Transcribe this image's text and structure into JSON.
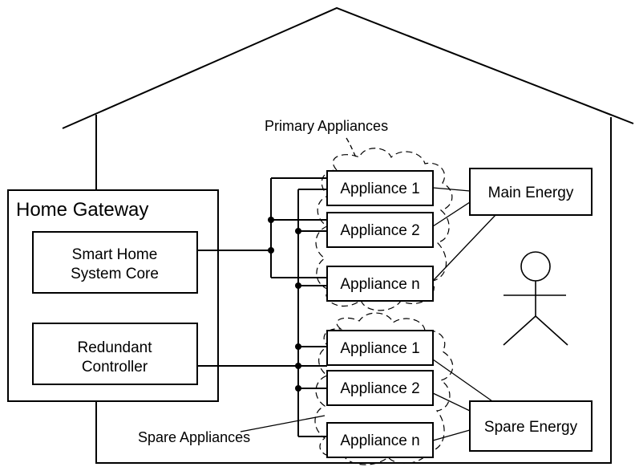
{
  "gateway": {
    "title": "Home Gateway",
    "core_line1": "Smart Home",
    "core_line2": "System Core",
    "redundant_line1": "Redundant",
    "redundant_line2": "Controller"
  },
  "primary": {
    "group_label": "Primary Appliances",
    "appliances": [
      "Appliance 1",
      "Appliance 2",
      "Appliance n"
    ],
    "energy": "Main Energy"
  },
  "spare": {
    "group_label": "Spare Appliances",
    "appliances": [
      "Appliance 1",
      "Appliance 2",
      "Appliance n"
    ],
    "energy": "Spare Energy"
  },
  "person_icon": "stick-figure-icon"
}
